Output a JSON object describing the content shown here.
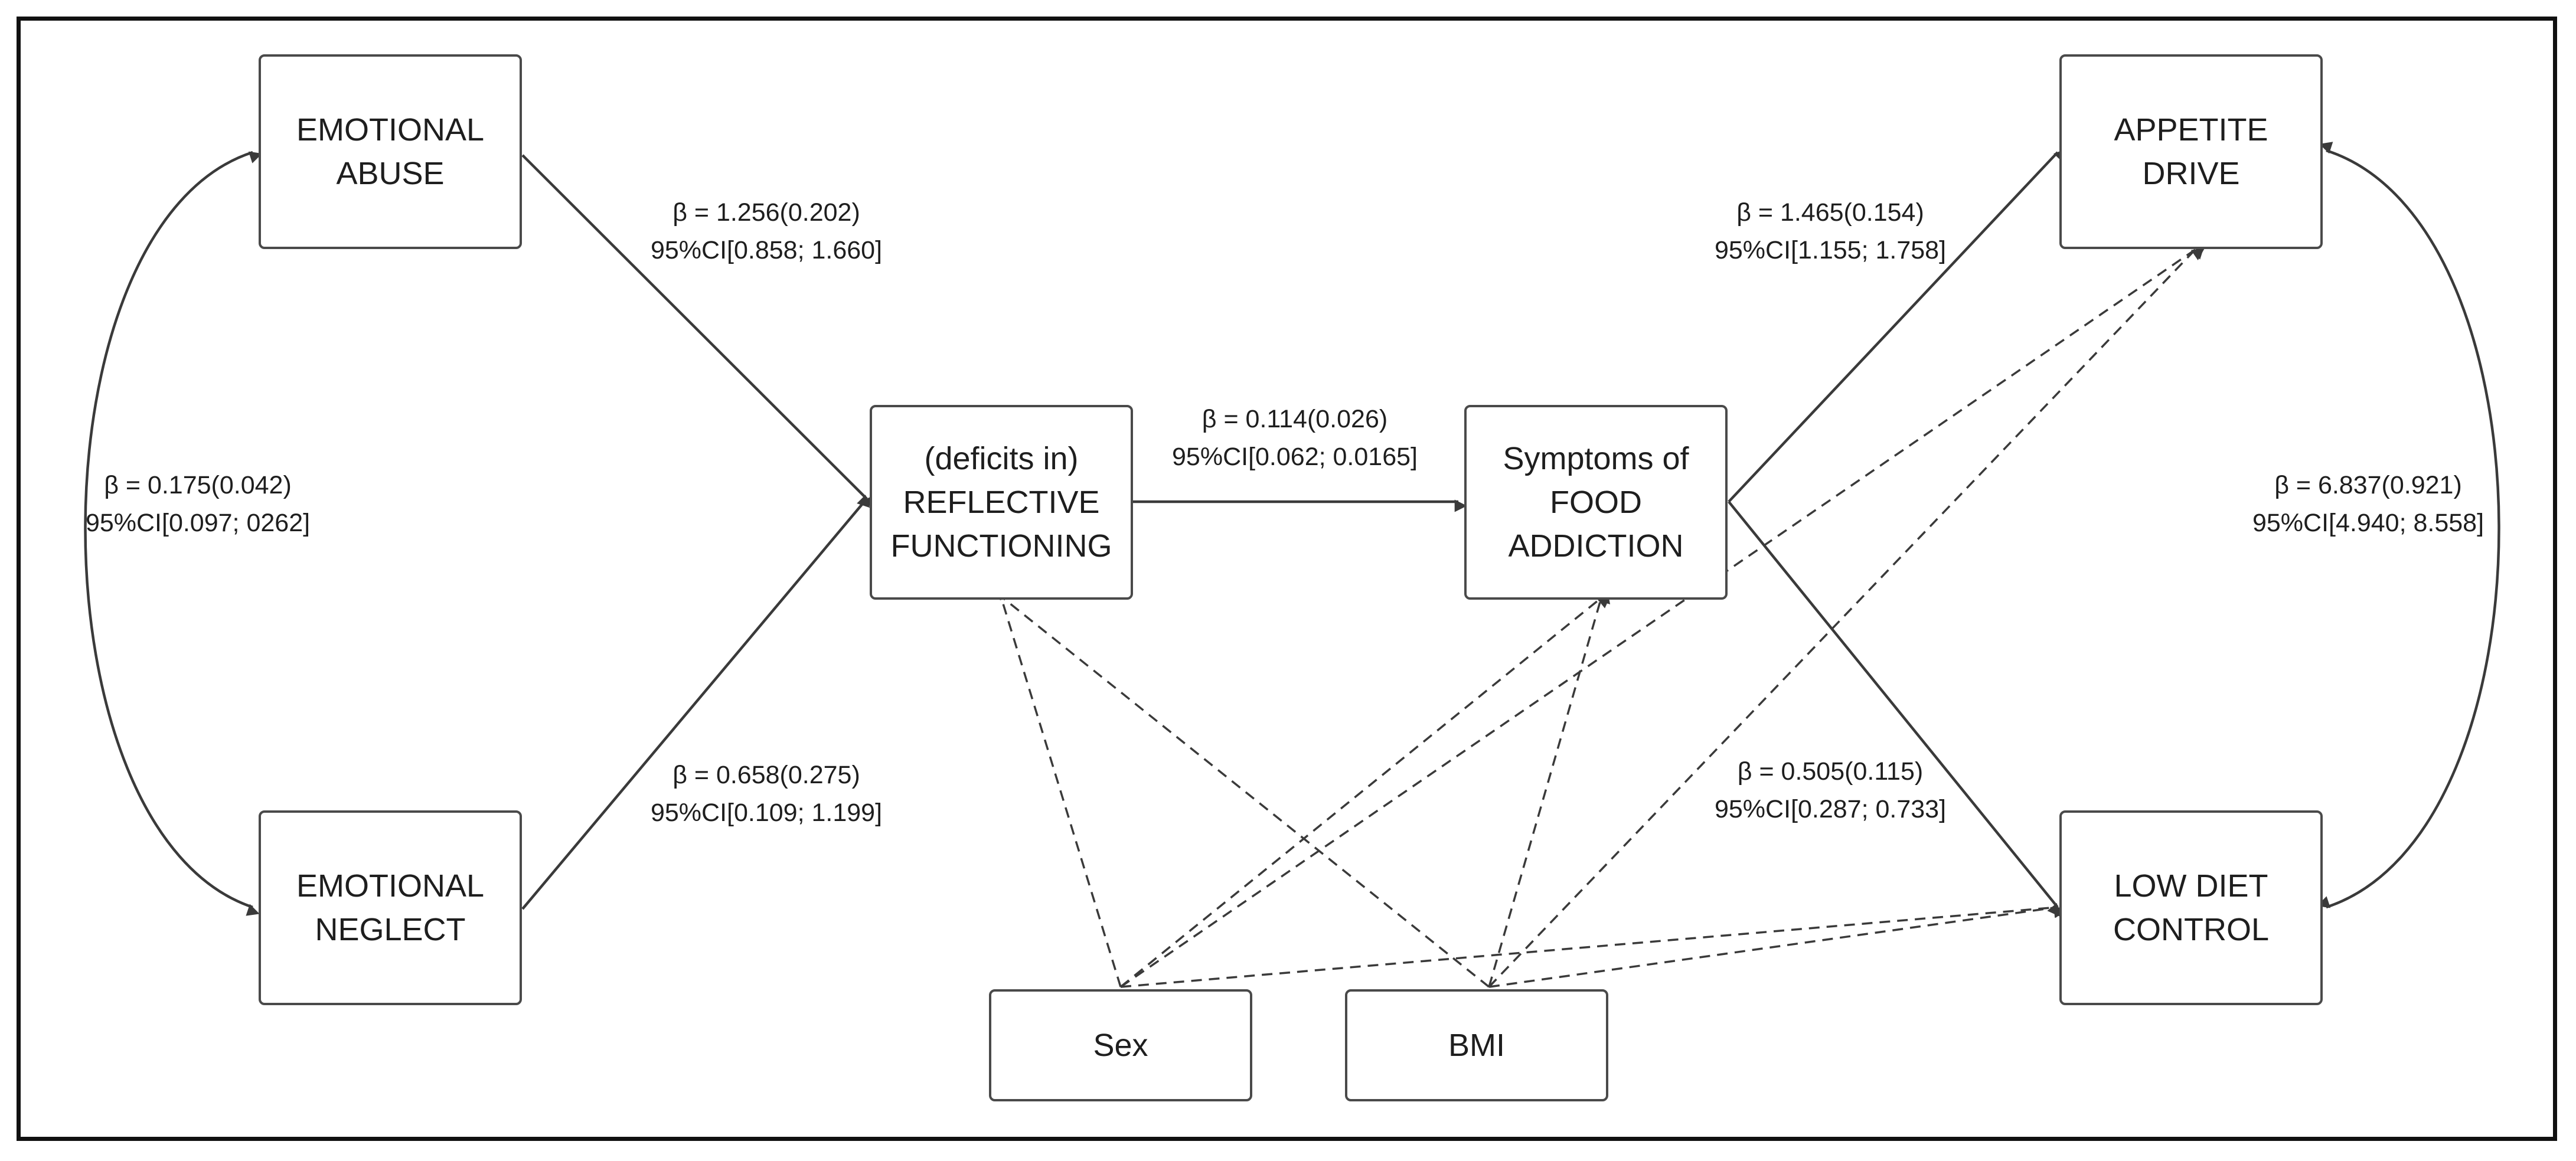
{
  "nodes": {
    "emotional_abuse": [
      "EMOTIONAL",
      "ABUSE"
    ],
    "emotional_neglect": [
      "EMOTIONAL",
      "NEGLECT"
    ],
    "reflective_functioning": [
      "(deficits in)",
      "REFLECTIVE",
      "FUNCTIONING"
    ],
    "food_addiction": [
      "Symptoms of",
      "FOOD",
      "ADDICTION"
    ],
    "appetite_drive": [
      "APPETITE",
      "DRIVE"
    ],
    "low_diet_control": [
      "LOW DIET",
      "CONTROL"
    ],
    "sex": [
      "Sex"
    ],
    "bmi": [
      "BMI"
    ]
  },
  "paths": {
    "abuse_to_rf": {
      "beta": "β = 1.256(0.202)",
      "ci": "95%CI[0.858; 1.660]"
    },
    "neglect_to_rf": {
      "beta": "β = 0.658(0.275)",
      "ci": "95%CI[0.109; 1.199]"
    },
    "abuse_neglect_cov": {
      "beta": "β = 0.175(0.042)",
      "ci": "95%CI[0.097; 0262]"
    },
    "rf_to_fa": {
      "beta": "β = 0.114(0.026)",
      "ci": "95%CI[0.062; 0.0165]"
    },
    "fa_to_appetite": {
      "beta": "β = 1.465(0.154)",
      "ci": "95%CI[1.155; 1.758]"
    },
    "fa_to_diet": {
      "beta": "β = 0.505(0.115)",
      "ci": "95%CI[0.287; 0.733]"
    },
    "appetite_diet_cov": {
      "beta": "β = 6.837(0.921)",
      "ci": "95%CI[4.940; 8.558]"
    }
  },
  "colors": {
    "line": "#3a3a3a",
    "border": "#4a4a4a",
    "text": "#1e1e1e",
    "frame": "#111111"
  }
}
